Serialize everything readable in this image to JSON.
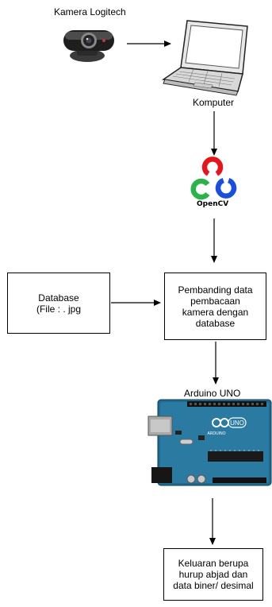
{
  "camera": {
    "label": "Kamera Logitech"
  },
  "computer": {
    "label": "Komputer"
  },
  "opencv": {
    "label": "OpenCV"
  },
  "database_box": {
    "text": "Database\n(File : . jpg"
  },
  "compare_box": {
    "text": "Pembanding data\npembacaan\nkamera  dengan\ndatabase"
  },
  "arduino": {
    "label": "Arduino UNO",
    "board_text": "UNO",
    "brand_text": "ARDUINO"
  },
  "output_box": {
    "text": "Keluaran berupa\nhurup abjad dan\ndata biner/ desimal"
  }
}
